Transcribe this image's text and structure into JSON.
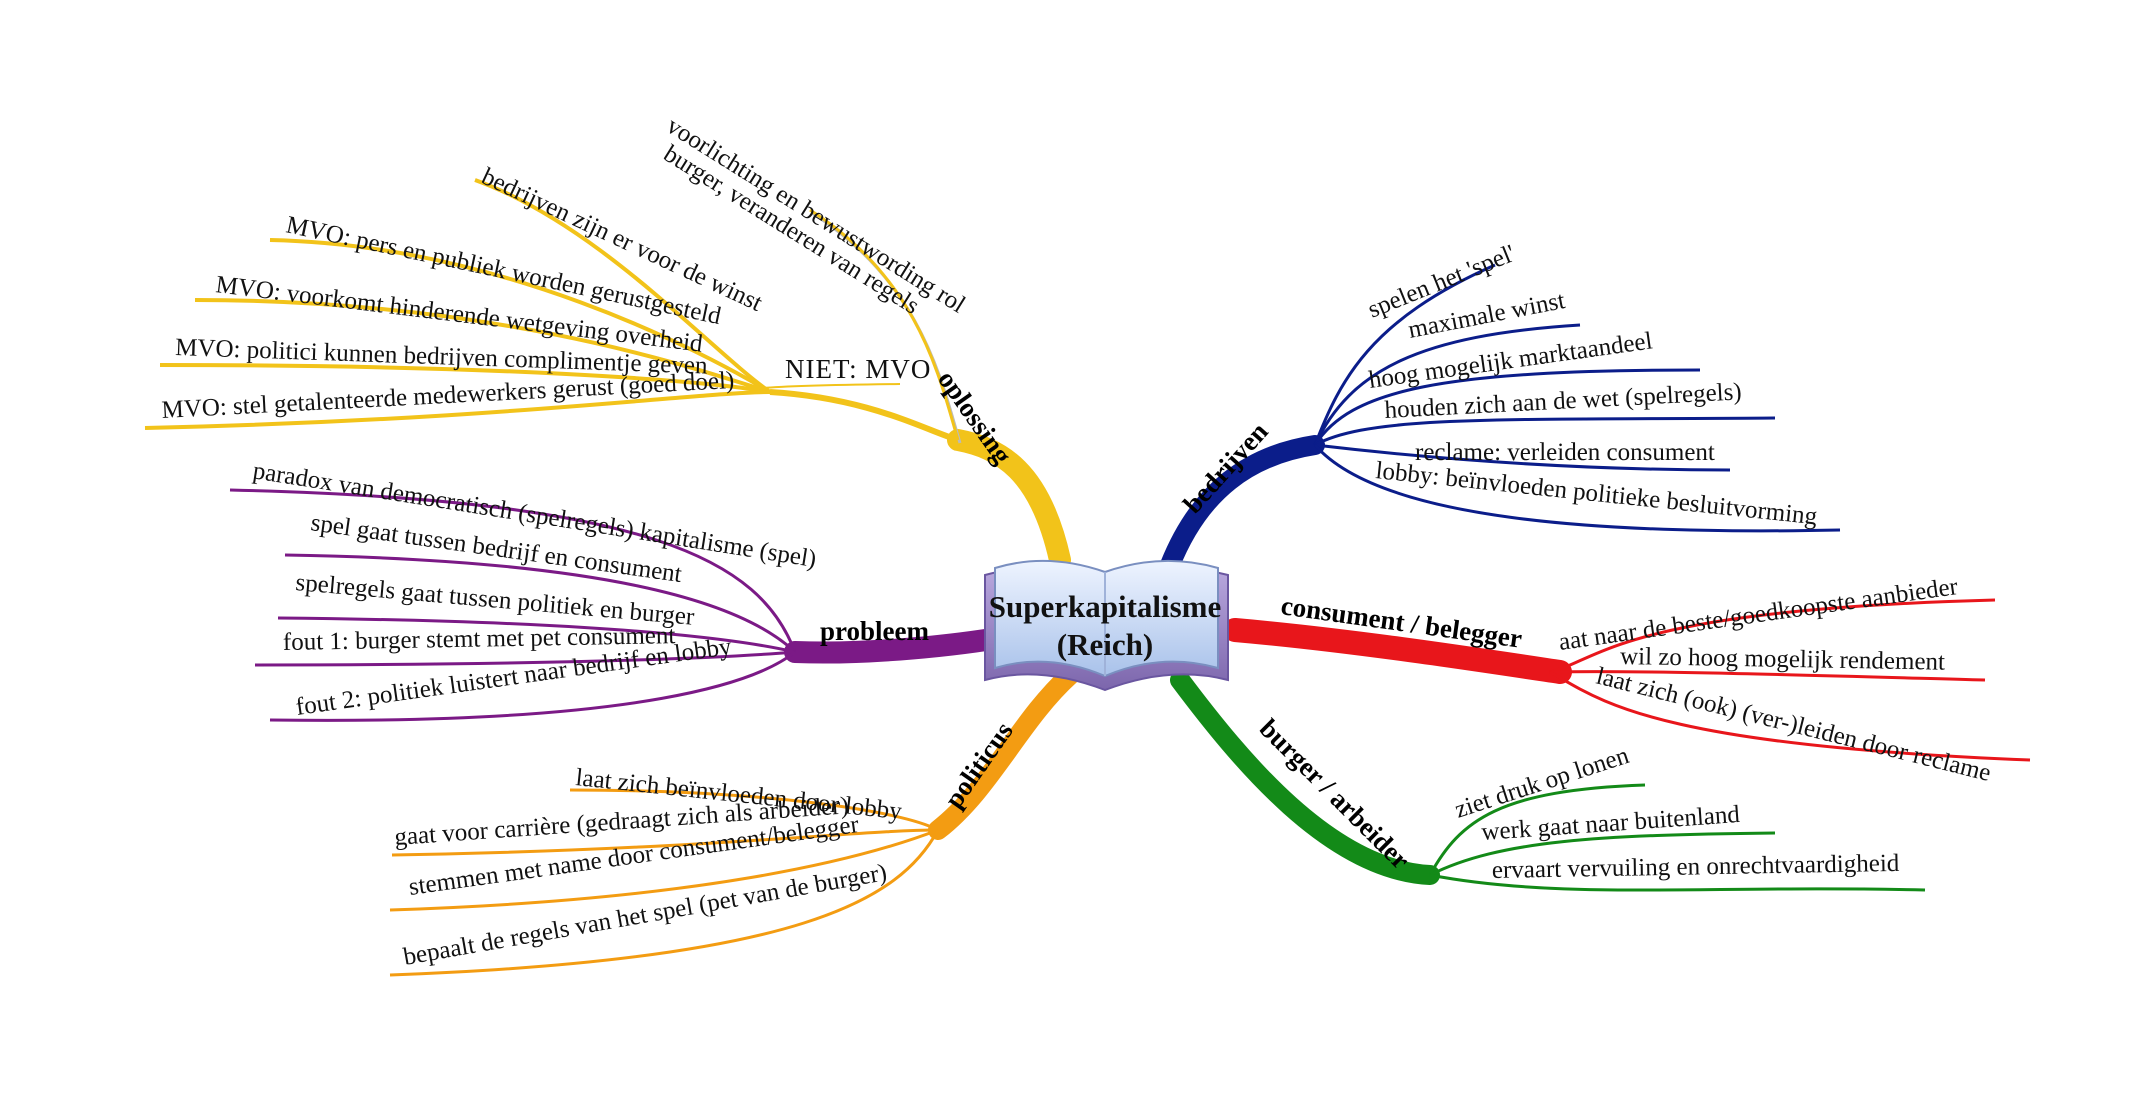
{
  "center": {
    "line1": "Superkapitalisme",
    "line2": "(Reich)",
    "colors": {
      "book_border": "#8a76b5",
      "book_fill": "#c9d9f2",
      "book_page": "#eaf2ff"
    }
  },
  "branches": {
    "oplossing": {
      "label": "oplossing",
      "color": "#f2c31a",
      "sub": {
        "label": "NIET: MVO",
        "items": [
          "bedrijven zijn er voor de winst",
          "MVO: pers en publiek worden gerustgesteld",
          "MVO: voorkomt hinderende wetgeving overheid",
          "MVO: politici kunnen bedrijven complimentje geven",
          "MVO: stel getalenteerde medewerkers gerust (goed doel)"
        ]
      },
      "voorlichting": {
        "line1": "voorlichting en bewustwording rol",
        "line2": "burger, veranderen van regels"
      }
    },
    "bedrijven": {
      "label": "bedrijven",
      "color": "#0b1d8a",
      "items": [
        "spelen het 'spel'",
        "maximale winst",
        "hoog mogelijk marktaandeel",
        "houden zich aan de wet (spelregels)",
        "reclame: verleiden consument",
        "lobby: beïnvloeden politieke besluitvorming"
      ]
    },
    "consument": {
      "label": "consument / belegger",
      "color": "#e8161b",
      "items": [
        "aat naar de beste/goedkoopste aanbieder",
        "wil zo hoog mogelijk rendement",
        "laat zich (ook) (ver-)leiden door reclame"
      ]
    },
    "burger": {
      "label": "burger / arbeider",
      "color": "#138a18",
      "items": [
        "ziet druk op lonen",
        "werk gaat naar buitenland",
        "ervaart vervuiling en onrechtvaardigheid"
      ]
    },
    "politicus": {
      "label": "politicus",
      "color": "#f39c12",
      "items": [
        "laat zich beïnvloeden door lobby",
        "gaat voor carrière (gedraagt zich als arbeider)",
        "stemmen met name door consument/belegger",
        "bepaalt de regels van het spel (pet van de burger)"
      ]
    },
    "probleem": {
      "label": "probleem",
      "color": "#7b1a86",
      "items": [
        "paradox van democratisch (spelregels) kapitalisme (spel)",
        "spel gaat tussen bedrijf en consument",
        "spelregels gaat tussen politiek en burger",
        "fout 1: burger stemt met pet consument",
        "fout 2: politiek luistert naar bedrijf en lobby"
      ]
    }
  }
}
